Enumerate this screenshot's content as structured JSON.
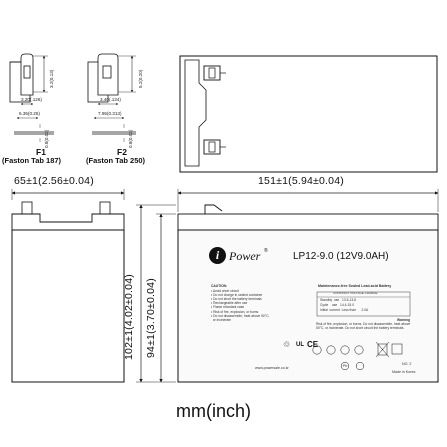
{
  "units": "mm(inch)",
  "dimensions": {
    "width": "65±1(2.56±0.04)",
    "length": "151±1(5.94±0.04)",
    "total_height": "102±1(4.02±0.04)",
    "case_height": "94±1(3.70±0.04)"
  },
  "terminals": {
    "f1": {
      "name": "F1",
      "desc": "(Faston Tab 187)",
      "dim_a": "3.20(.126)",
      "dim_b": "6.35(0.25)",
      "dim_c": "0.8(0.03)",
      "dim_d": "3.2(0.13)"
    },
    "f2": {
      "name": "F2",
      "desc": "(Faston Tab 250)",
      "dim_a": "3.40(.134)",
      "dim_b": "7.95(0.313)",
      "dim_c": "0.8(0.03)",
      "dim_d": "5.2(0.20)"
    }
  },
  "label": {
    "brand": "Power",
    "brand_mark": "®",
    "model": "LP12-9.0 (12V9.0AH)",
    "subtitle": "Maintenance-free Sealed Lead-acid Battery",
    "voltage_header": "CONSTANT VOLTAGE CHARGE",
    "caution_title": "CAUTION:",
    "cautions": [
      "• Avoid short circuit",
      "• Do not charge in sealed container",
      "• Do not short the battery terminals",
      "• Rechargeable after use",
      "• Flame retardant case",
      "• Risk of fire, explosion, or burns",
      "• Do not disassemble, heat above 50°C,",
      "  or incinerate"
    ],
    "charge_rows": [
      [
        "Standby",
        "use",
        "13.5-13.8"
      ],
      [
        "Cycle",
        "use",
        "14.4-15.0"
      ],
      [
        "Initial",
        "current",
        "Less than",
        "2.0A"
      ]
    ],
    "warning_title": "Warning",
    "warning_lines": [
      "Risk of fire, explosion, or burns. Do not disassemble, heat above",
      "50°C, or incinerate. Do not short circuit the battery terminals."
    ],
    "website": "www.powersale.co.kr",
    "lot": "NO. 2",
    "made_in": "Made in Korea",
    "pb_label": "Pb"
  },
  "colors": {
    "line": "#111111",
    "dim_line": "#222222",
    "label_bg": "#fafafa"
  }
}
